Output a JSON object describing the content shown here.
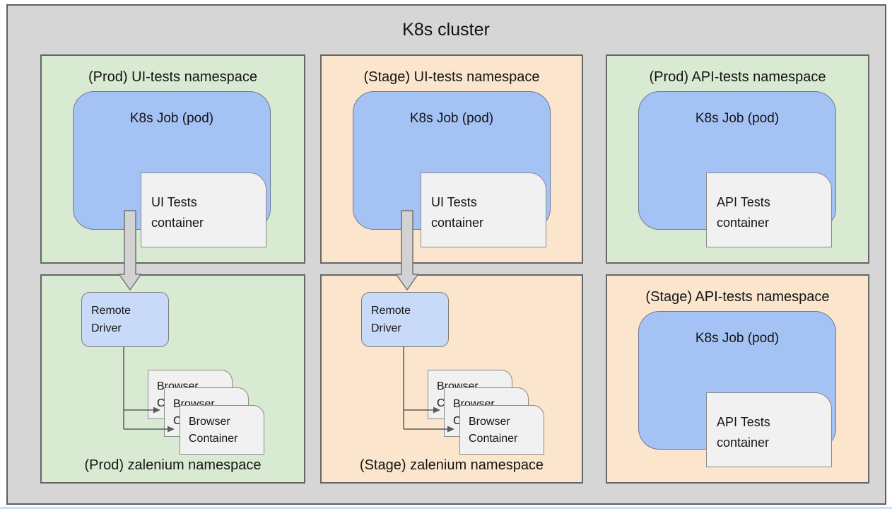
{
  "title": "K8s cluster",
  "colors": {
    "cluster_bg": "#d6d6d6",
    "prod_bg": "#d9ead3",
    "stage_bg": "#fce5cd",
    "pod_fill": "#a4c2f4",
    "driver_fill": "#c9daf8",
    "container_fill": "#f1f1f1",
    "arrow_fill": "#d2d2d2",
    "panel_border": "#666666"
  },
  "panels": {
    "prod_ui": {
      "label": "(Prod) UI-tests namespace",
      "pod": "K8s Job (pod)",
      "container": "UI Tests container"
    },
    "stage_ui": {
      "label": "(Stage) UI-tests namespace",
      "pod": "K8s Job (pod)",
      "container": "UI Tests container"
    },
    "prod_api": {
      "label": "(Prod) API-tests namespace",
      "pod": "K8s Job (pod)",
      "container": "API Tests container"
    },
    "prod_zalenium": {
      "label": "(Prod) zalenium namespace",
      "driver": "Remote Driver",
      "browsers": [
        "Browser Container",
        "Browser Container",
        "Browser Container"
      ]
    },
    "stage_zalenium": {
      "label": "(Stage) zalenium namespace",
      "driver": "Remote Driver",
      "browsers": [
        "Browser Container",
        "Browser Container",
        "Browser Container"
      ]
    },
    "stage_api": {
      "label": "(Stage) API-tests namespace",
      "pod": "K8s Job (pod)",
      "container": "API Tests container"
    }
  }
}
